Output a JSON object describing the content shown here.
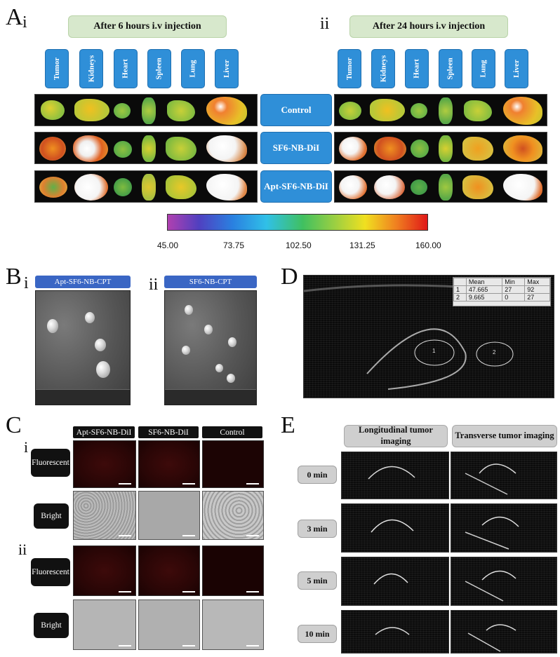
{
  "panelA": {
    "letter": "A",
    "sub_i": "i",
    "sub_ii": "ii",
    "header_i": "After 6 hours i.v injection",
    "header_ii": "After 24 hours i.v injection",
    "organs": [
      "Tumor",
      "Kidneys",
      "Heart",
      "Spleen",
      "Lung",
      "Liver"
    ],
    "rows": [
      "Control",
      "SF6-NB-DiI",
      "Apt-SF6-NB-DiI"
    ],
    "colorbar_ticks": [
      "45.00",
      "73.75",
      "102.50",
      "131.25",
      "160.00"
    ],
    "colors": {
      "label_blue": "#2f8fd8",
      "header_green": "#d7e8cc"
    }
  },
  "panelB": {
    "letter": "B",
    "sub_i": "i",
    "sub_ii": "ii",
    "label_i": "Apt-SF6-NB-CPT",
    "label_ii": "SF6-NB-CPT"
  },
  "panelC": {
    "letter": "C",
    "sub_i": "i",
    "sub_ii": "ii",
    "columns": [
      "Apt-SF6-NB-DiI",
      "SF6-NB-DiI",
      "Control"
    ],
    "row_fluorescent": "Fluorescent",
    "row_bright": "Bright"
  },
  "panelD": {
    "letter": "D",
    "table_headers": [
      "",
      "Mean",
      "Min",
      "Max"
    ],
    "table_rows": [
      [
        "1",
        "47.665",
        "27",
        "92"
      ],
      [
        "2",
        "9.665",
        "0",
        "27"
      ]
    ],
    "roi_1": "1",
    "roi_2": "2"
  },
  "panelE": {
    "letter": "E",
    "col_long": "Longitudinal tumor imaging",
    "col_trans": "Transverse tumor imaging",
    "times": [
      "0 min",
      "3 min",
      "5 min",
      "10 min"
    ]
  }
}
